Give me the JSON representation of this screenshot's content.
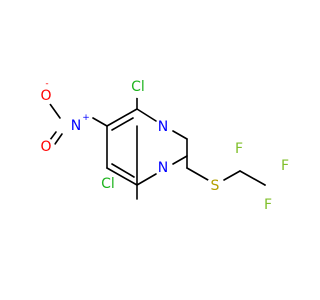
{
  "molecule": {
    "atoms": {
      "cl_top": {
        "symbol": "Cl",
        "color": "#1fb41f"
      },
      "cl_bottom": {
        "symbol": "Cl",
        "color": "#1fb41f"
      },
      "n_ring_upper": {
        "symbol": "N",
        "color": "#0000ff"
      },
      "n_ring_lower": {
        "symbol": "N",
        "color": "#0000ff"
      },
      "n_nitro": {
        "symbol": "N",
        "color": "#0000ff",
        "charge": "+"
      },
      "o_nitro_minus": {
        "symbol": "O",
        "color": "#ff0000",
        "charge": "-"
      },
      "o_nitro_double": {
        "symbol": "O",
        "color": "#ff0000"
      },
      "s_thio": {
        "symbol": "S",
        "color": "#b3a000"
      },
      "f_top": {
        "symbol": "F",
        "color": "#7fbf2a"
      },
      "f_mid": {
        "symbol": "F",
        "color": "#7fbf2a"
      },
      "f_bottom": {
        "symbol": "F",
        "color": "#7fbf2a"
      }
    },
    "bond_color": "#000000"
  }
}
